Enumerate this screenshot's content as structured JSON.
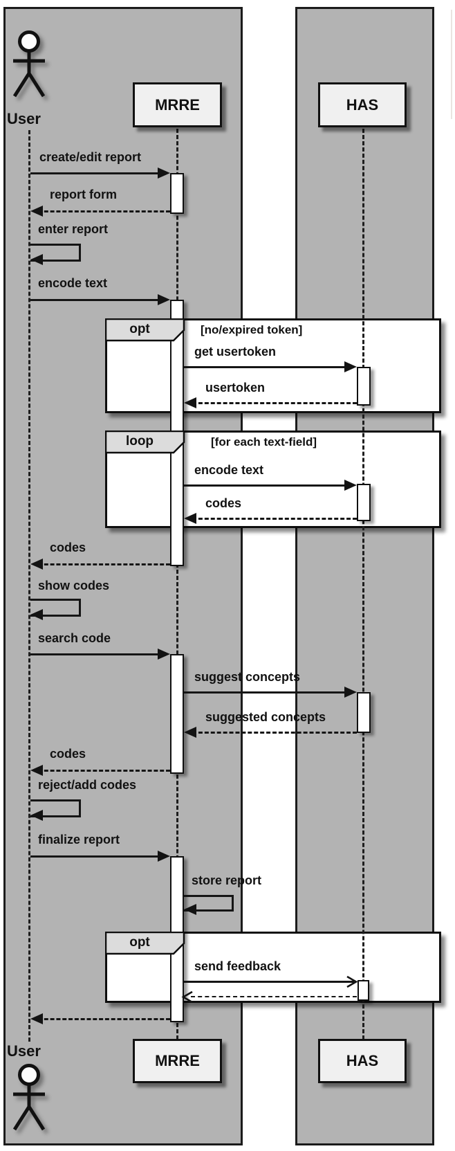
{
  "diagram": {
    "type": "uml-sequence-diagram",
    "participants": [
      {
        "name": "User",
        "kind": "actor"
      },
      {
        "name": "MRRE",
        "kind": "system"
      },
      {
        "name": "HAS",
        "kind": "system"
      }
    ],
    "fragments": [
      {
        "operator": "opt",
        "condition": "[no/expired token]"
      },
      {
        "operator": "loop",
        "condition": "[for each text-field]"
      },
      {
        "operator": "opt",
        "condition": ""
      }
    ],
    "messages": [
      {
        "from": "User",
        "to": "MRRE",
        "label": "create/edit report",
        "style": "solid"
      },
      {
        "from": "MRRE",
        "to": "User",
        "label": "report form",
        "style": "dashed-return"
      },
      {
        "from": "User",
        "to": "User",
        "label": "enter report",
        "style": "self"
      },
      {
        "from": "User",
        "to": "MRRE",
        "label": "encode text",
        "style": "solid"
      },
      {
        "from": "MRRE",
        "to": "HAS",
        "label": "get usertoken",
        "style": "solid",
        "fragment": "opt"
      },
      {
        "from": "HAS",
        "to": "MRRE",
        "label": "usertoken",
        "style": "dashed-return",
        "fragment": "opt"
      },
      {
        "from": "MRRE",
        "to": "HAS",
        "label": "encode text",
        "style": "solid",
        "fragment": "loop"
      },
      {
        "from": "HAS",
        "to": "MRRE",
        "label": "codes",
        "style": "dashed-return",
        "fragment": "loop"
      },
      {
        "from": "MRRE",
        "to": "User",
        "label": "codes",
        "style": "dashed-return"
      },
      {
        "from": "User",
        "to": "User",
        "label": "show codes",
        "style": "self"
      },
      {
        "from": "User",
        "to": "MRRE",
        "label": "search code",
        "style": "solid"
      },
      {
        "from": "MRRE",
        "to": "HAS",
        "label": "suggest concepts",
        "style": "solid"
      },
      {
        "from": "HAS",
        "to": "MRRE",
        "label": "suggested concepts",
        "style": "dashed-return"
      },
      {
        "from": "MRRE",
        "to": "User",
        "label": "codes",
        "style": "dashed-return"
      },
      {
        "from": "User",
        "to": "User",
        "label": "reject/add codes",
        "style": "self"
      },
      {
        "from": "User",
        "to": "MRRE",
        "label": "finalize report",
        "style": "solid"
      },
      {
        "from": "MRRE",
        "to": "MRRE",
        "label": "store report",
        "style": "self"
      },
      {
        "from": "MRRE",
        "to": "HAS",
        "label": "send feedback",
        "style": "solid-open",
        "fragment": "opt-2"
      },
      {
        "from": "HAS",
        "to": "MRRE",
        "label": "",
        "style": "dashed-open",
        "fragment": "opt-2"
      },
      {
        "from": "MRRE",
        "to": "User",
        "label": "",
        "style": "dashed-return"
      }
    ],
    "colors": {
      "lane_background": "#b3b3b3",
      "participant_box": "#f0f0f0",
      "fragment_label": "#dcdcdc",
      "fragment_body": "#ffffff",
      "line": "#151515"
    }
  }
}
